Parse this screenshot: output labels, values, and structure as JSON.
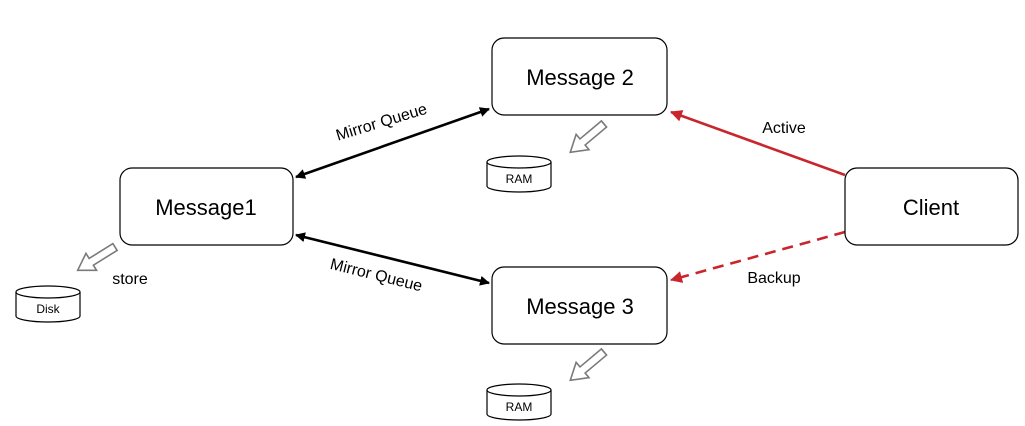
{
  "diagram": {
    "nodes": {
      "message1": "Message1",
      "message2": "Message 2",
      "message3": "Message 3",
      "client": "Client"
    },
    "edges": {
      "mirror_queue_top": "Mirror Queue",
      "mirror_queue_bottom": "Mirror Queue",
      "active": "Active",
      "backup": "Backup",
      "store": "store"
    },
    "storage": {
      "disk": "Disk",
      "ram_top": "RAM",
      "ram_bottom": "RAM"
    },
    "colors": {
      "active_edge": "#c8262c",
      "backup_edge": "#c8262c",
      "mirror_edge": "#000000",
      "hollow_arrow": "#7a7a7a"
    }
  }
}
